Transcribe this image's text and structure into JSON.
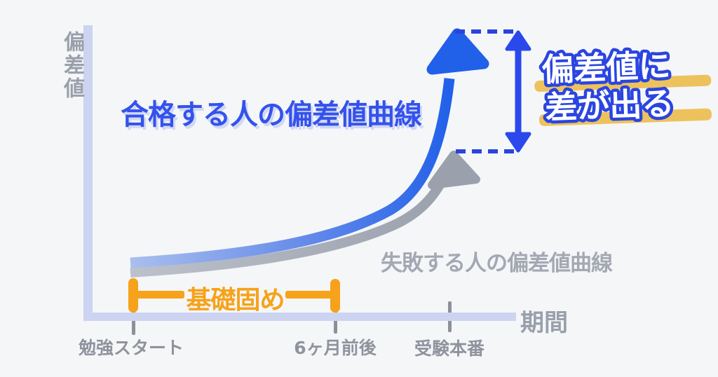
{
  "axes": {
    "y_label": "偏差値",
    "x_label": "期間",
    "x_ticks": [
      "勉強スタート",
      "6ヶ月前後",
      "受験本番"
    ]
  },
  "labels": {
    "pass_curve": "合格する人の偏差値曲線",
    "fail_curve": "失敗する人の偏差値曲線",
    "foundation_bracket": "基礎固め",
    "gap_line1": "偏差値に",
    "gap_line2": "差が出る"
  },
  "colors": {
    "background": "#f5f6f8",
    "axis": "#ccd4f1",
    "pass_curve_start": "#aabfee",
    "pass_curve_end": "#2160e9",
    "fail_curve_start": "#bcc1cb",
    "fail_curve_end": "#9aa0ac",
    "accent_blue": "#2a46e2",
    "pass_label_blue": "#3452ec",
    "fail_text_gray": "#a4a8b3",
    "tick_gray": "#8b9099",
    "tick_label_gray": "#8f939d",
    "bracket_orange": "#f6a21a",
    "highlight_yellow": "#edc25c"
  },
  "chart_data": {
    "type": "line",
    "title": "",
    "xlabel": "期間",
    "ylabel": "偏差値",
    "x_categories": [
      "勉強スタート",
      "6ヶ月前後",
      "受験本番"
    ],
    "numeric_axis_labels": false,
    "grid": false,
    "legend_position": "inline-labels",
    "series": [
      {
        "name": "合格する人の偏差値曲線",
        "color": "#2160e9",
        "shape": "exponential-rise-arrow",
        "relative_height_percent": [
          19,
          30,
          99
        ]
      },
      {
        "name": "失敗する人の偏差値曲線",
        "color": "#9aa0ac",
        "shape": "exponential-rise-arrow",
        "relative_height_percent": [
          16,
          23,
          57
        ]
      }
    ],
    "annotations": [
      {
        "type": "range-bracket",
        "text": "基礎固め",
        "from": "勉強スタート",
        "to": "6ヶ月前後",
        "color": "#f6a21a"
      },
      {
        "type": "gap-double-arrow",
        "text": "偏差値に差が出る",
        "at": "受験本番",
        "color": "#2a46e2",
        "highlight": "#edc25c"
      }
    ]
  }
}
